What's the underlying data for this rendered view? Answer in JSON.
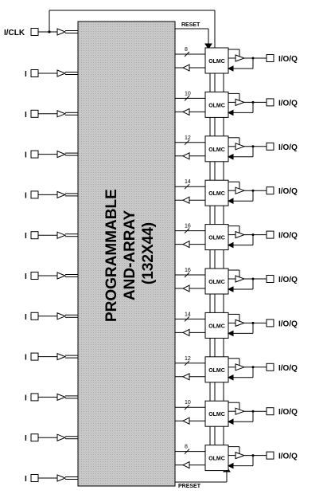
{
  "clock_pin_label": "I/CLK",
  "reset_label": "RESET",
  "preset_label": "PRESET",
  "array_label_lines": [
    "PROGRAMMABLE",
    "AND-ARRAY",
    "(132X44)"
  ],
  "input_pin_label": "I",
  "output_pin_label": "I/O/Q",
  "input_count": 11,
  "olmc_label": "OLMC",
  "olmc_terms": [
    8,
    10,
    12,
    14,
    16,
    16,
    14,
    12,
    10,
    8
  ]
}
